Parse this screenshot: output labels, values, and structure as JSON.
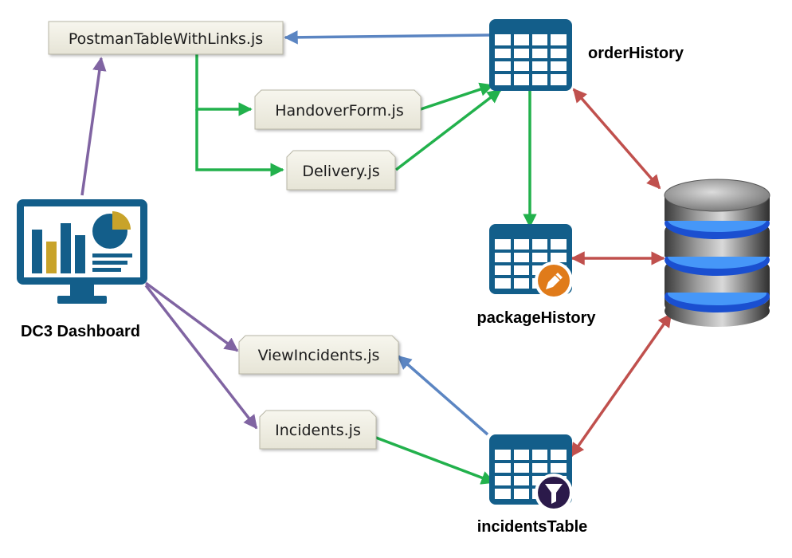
{
  "files": {
    "postman": "PostmanTableWithLinks.js",
    "handover": "HandoverForm.js",
    "delivery": "Delivery.js",
    "view_incidents": "ViewIncidents.js",
    "incidents": "Incidents.js"
  },
  "tables": {
    "order_history": "orderHistory",
    "package_history": "packageHistory",
    "incidents_table": "incidentsTable"
  },
  "dashboard": {
    "label": "DC3 Dashboard"
  },
  "icons": {
    "table": "table-icon",
    "edit_badge": "pencil-icon",
    "filter_badge": "filter-icon",
    "database": "database-icon",
    "dashboard": "monitor-dashboard-icon"
  },
  "colors": {
    "table_blue": "#135e8a",
    "file_box": "#f0efe3",
    "arrow_green": "#22b14c",
    "arrow_blue": "#5b85c2",
    "arrow_purple": "#8064a2",
    "arrow_red": "#c0504d",
    "edit_badge": "#e07b1a",
    "filter_badge": "#2b1a4a",
    "db_glow": "#2a7fff"
  }
}
